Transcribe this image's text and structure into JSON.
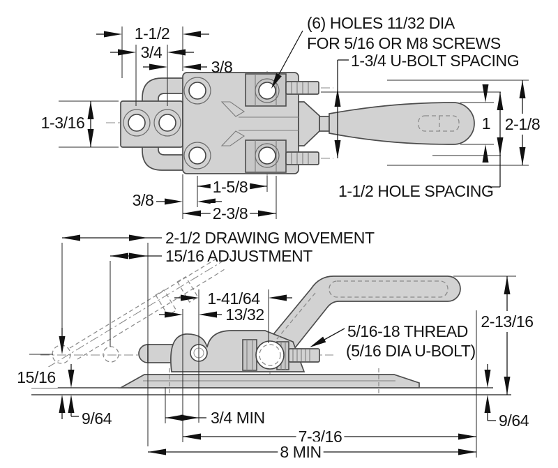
{
  "view_top": {
    "labels": {
      "plate_width": "1-1/2",
      "hole_offset": "3/4",
      "edge_offset_top": "3/8",
      "plate_height": "1-3/16",
      "holes_note_1": "(6) HOLES 11/32 DIA",
      "holes_note_2": "FOR 5/16 OR M8 SCREWS",
      "ubolt_spacing": "1-3/4 U-BOLT SPACING",
      "handle_width": "1",
      "overall_height": "2-1/8",
      "hole_spacing": "1-1/2 HOLE SPACING",
      "edge_offset_bottom": "3/8",
      "hole_pitch": "1-5/8",
      "body_length": "2-3/8"
    }
  },
  "view_side": {
    "labels": {
      "drawing_movement": "2-1/2 DRAWING MOVEMENT",
      "adjustment": "15/16 ADJUSTMENT",
      "pivot_distance": "1-41/64",
      "latch_offset": "13/32",
      "thread_note_1": "5/16-18 THREAD",
      "thread_note_2": "(5/16 DIA U-BOLT)",
      "overall_height": "2-13/16",
      "bolt_drop": "15/16",
      "clearance_left": "9/64",
      "engagement_min": "3/4 MIN",
      "length_closed": "7-3/16",
      "length_overall_min": "8 MIN",
      "clearance_right": "9/64"
    }
  },
  "colors": {
    "body_fill": "#d2d2d2",
    "outline": "#4d4d4d",
    "dimension": "#1a1a1a",
    "background": "#ffffff"
  }
}
